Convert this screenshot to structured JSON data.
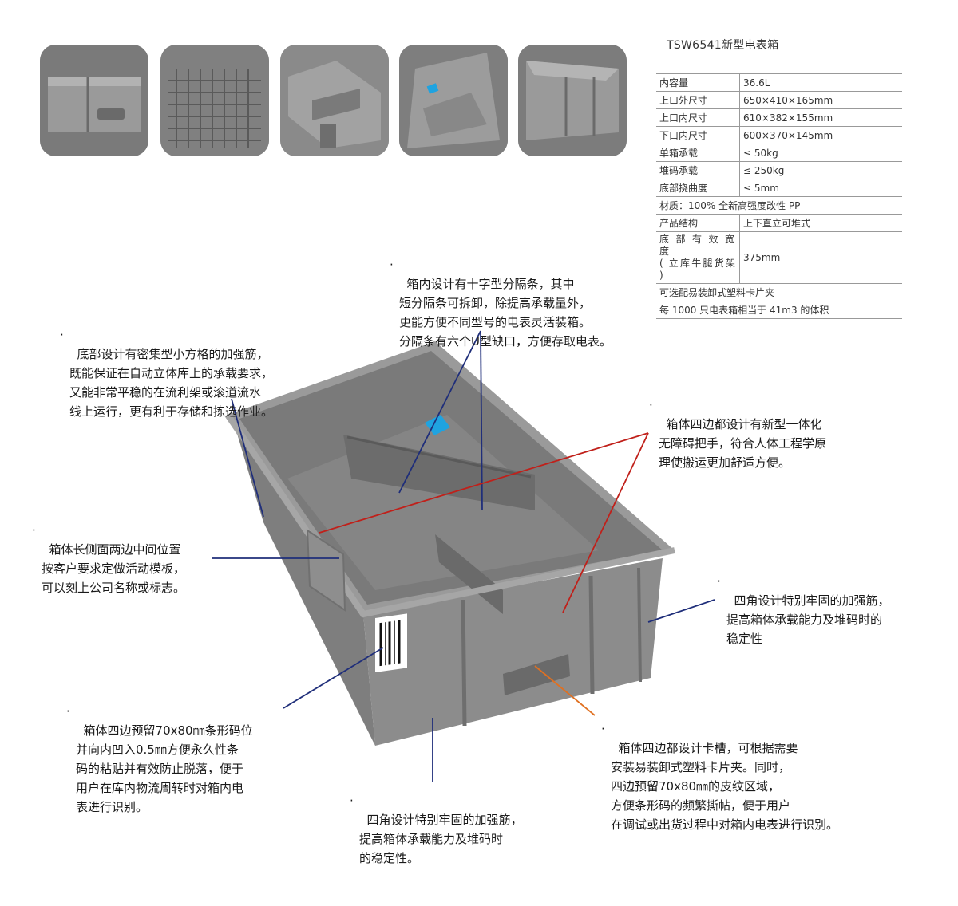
{
  "thumbnails": [
    {
      "label": "thumb-handle"
    },
    {
      "label": "thumb-grid-bottom"
    },
    {
      "label": "thumb-divider"
    },
    {
      "label": "thumb-inner-corner"
    },
    {
      "label": "thumb-side-view"
    }
  ],
  "spec_title": "TSW6541新型电表箱",
  "specs": [
    {
      "k": "内容量",
      "v": "36.6L"
    },
    {
      "k": "上口外尺寸",
      "v": "650×410×165mm"
    },
    {
      "k": "上口内尺寸",
      "v": "610×382×155mm"
    },
    {
      "k": "下口内尺寸",
      "v": "600×370×145mm"
    },
    {
      "k": "单箱承载",
      "v": "≤ 50kg"
    },
    {
      "k": "堆码承载",
      "v": "≤ 250kg"
    },
    {
      "k": "底部挠曲度",
      "v": "≤ 5mm"
    }
  ],
  "spec_material": "材质：100% 全新高强度改性 PP",
  "spec_structure": {
    "k": "产品结构",
    "v": "上下直立可堆式"
  },
  "spec_width": {
    "k1": "底 部 有 效 宽 度",
    "k2": "( 立库牛腿货架 )",
    "v": "375mm"
  },
  "spec_option": "可选配易装卸式塑料卡片夹",
  "spec_volume": "每 1000 只电表箱相当于 41m3 的体积",
  "notes": {
    "divider": "箱内设计有十字型分隔条，其中\n短分隔条可拆卸，除提高承载量外，\n更能方便不同型号的电表灵活装箱。\n分隔条有六个U型缺口，方便存取电表。",
    "bottom": "底部设计有密集型小方格的加强筋，\n既能保证在自动立体库上的承载要求，\n又能非常平稳的在流利架或滚道流水\n线上运行，更有利于存储和拣选作业。",
    "handle": "箱体四边都设计有新型一体化\n无障碍把手，符合人体工程学原\n理使搬运更加舒适方便。",
    "template": "箱体长侧面两边中间位置\n按客户要求定做活动模板，\n可以刻上公司名称或标志。",
    "corner_right": "四角设计特别牢固的加强筋，\n提高箱体承载能力及堆码时的\n稳定性",
    "barcode": "箱体四边预留70x80㎜条形码位\n并向内凹入0.5㎜方便永久性条\n码的粘贴并有效防止脱落，便于\n用户在库内物流周转时对箱内电\n表进行识别。",
    "corner_bottom": "四角设计特别牢固的加强筋，\n提高箱体承载能力及堆码时\n的稳定性。",
    "card_slot": "箱体四边都设计卡槽，可根据需要\n安装易装卸式塑料卡片夹。同时，\n四边预留70x80㎜的皮纹区域，\n方便条形码的频繁撕帖，便于用户\n在调试或出货过程中对箱内电表进行识别。"
  },
  "colors": {
    "crate": "#8c8c8c",
    "crate_dark": "#6e6e6e",
    "crate_light": "#a8a8a8",
    "blue_line": "#1f2e7a",
    "red_line": "#c0201a",
    "orange_line": "#e07020",
    "accent": "#1fa3e0"
  }
}
